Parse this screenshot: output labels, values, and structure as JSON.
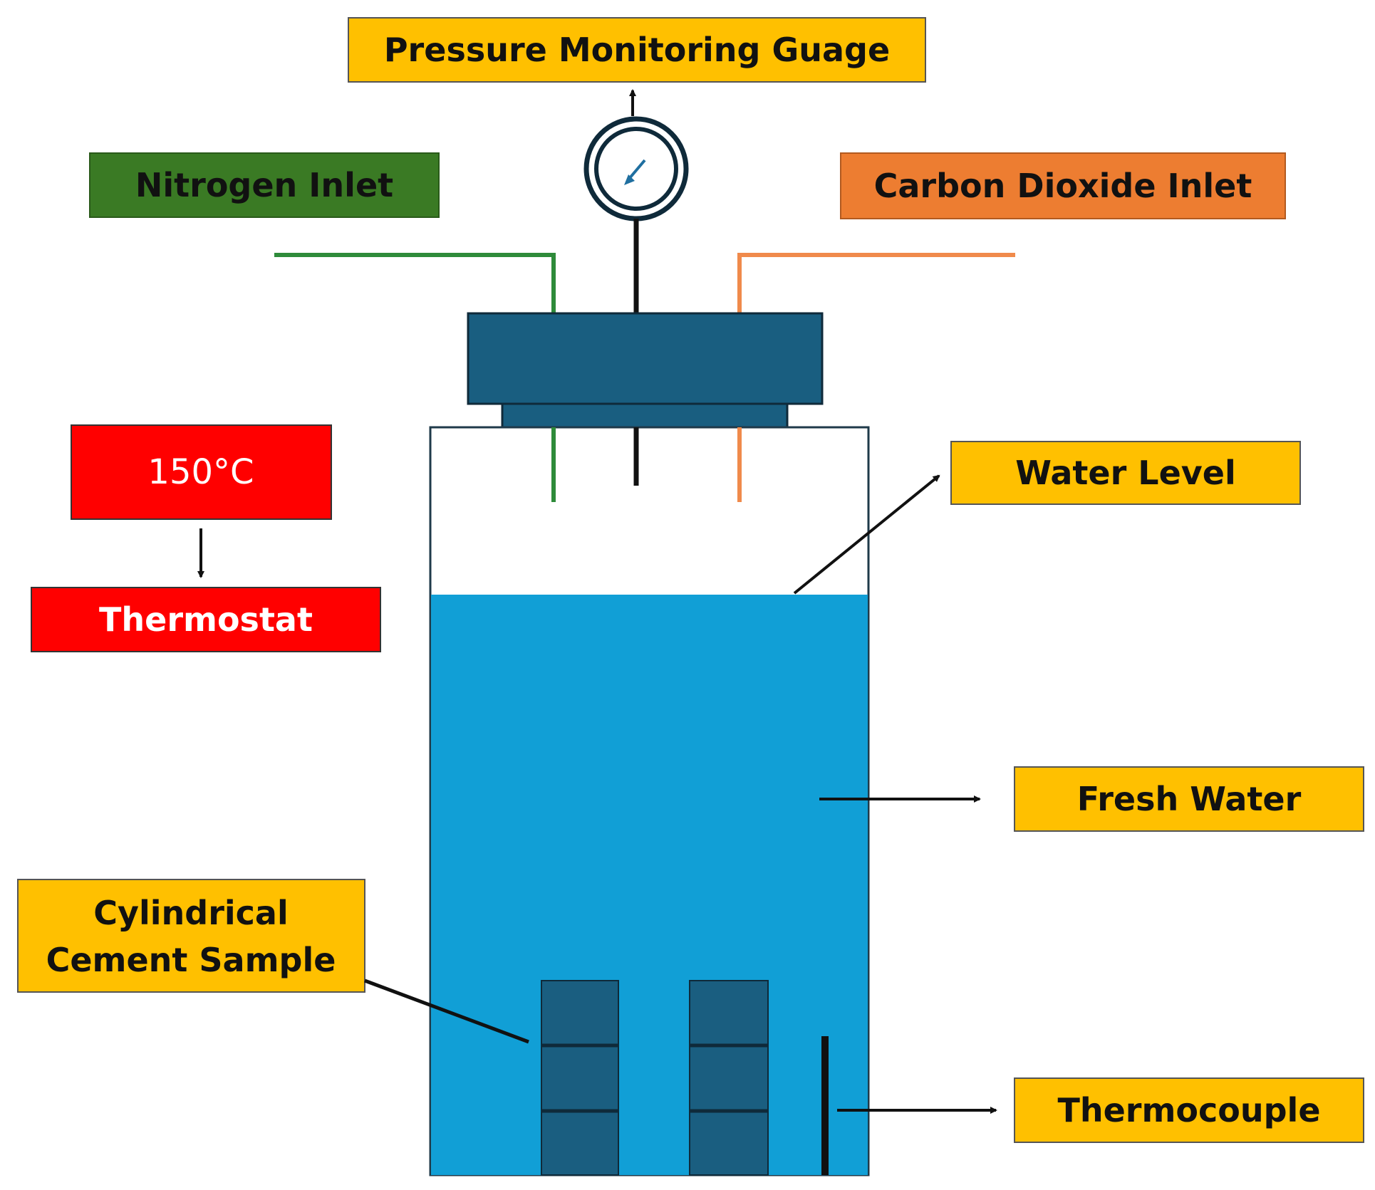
{
  "labels": {
    "pressure_gauge": "Pressure Monitoring Guage",
    "nitrogen_inlet": "Nitrogen Inlet",
    "co2_inlet": "Carbon Dioxide Inlet",
    "temperature": "150°C",
    "thermostat": "Thermostat",
    "water_level": "Water Level",
    "fresh_water": "Fresh Water",
    "sample_line1": "Cylindrical",
    "sample_line2": "Cement Sample",
    "thermocouple": "Thermocouple"
  },
  "colors": {
    "label_yellow": "#FFC000",
    "nitrogen_green": "#3A7A24",
    "co2_orange": "#ED7D31",
    "thermostat_red": "#FF0000",
    "lid_blue": "#195E80",
    "water_blue": "#119FD6",
    "sample_blue": "#1A5E80",
    "green_line": "#2E8B3A",
    "orange_line": "#F08A4B"
  }
}
